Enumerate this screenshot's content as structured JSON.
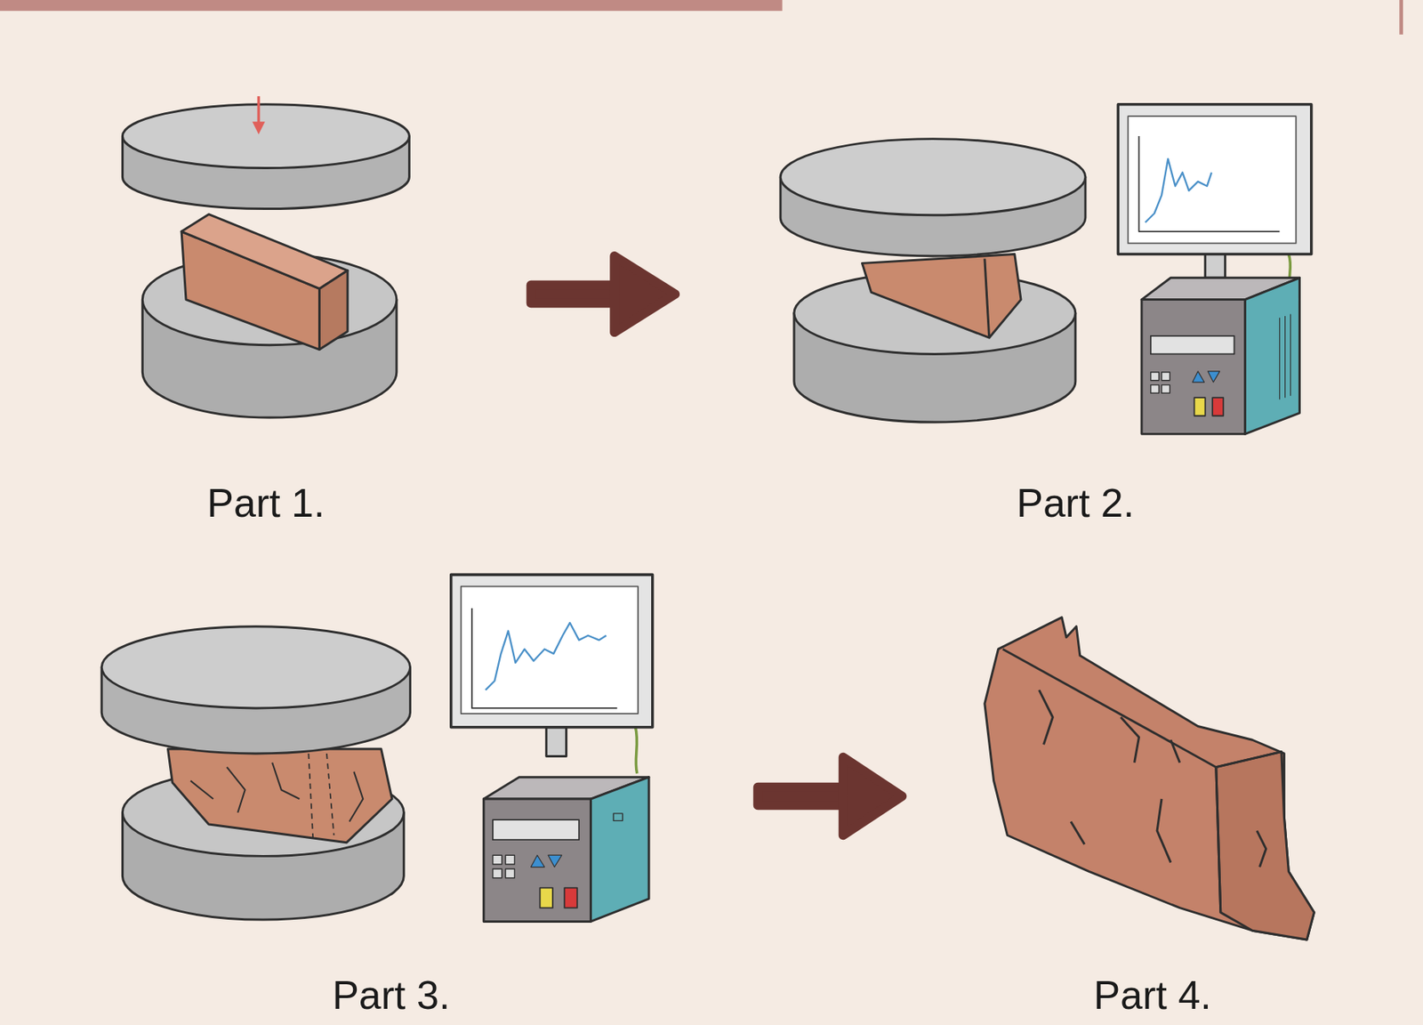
{
  "diagram": {
    "labels": [
      "Part 1.",
      "Part 2.",
      "Part 3.",
      "Part 4."
    ]
  }
}
